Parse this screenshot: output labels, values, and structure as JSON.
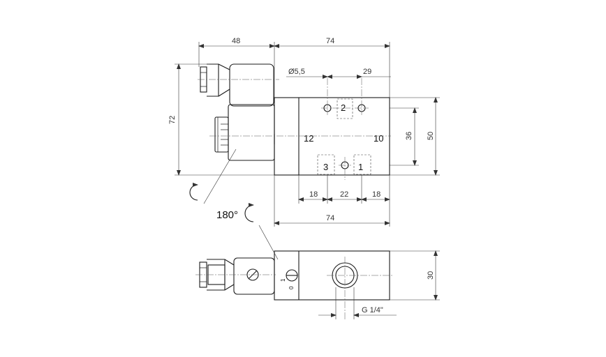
{
  "dimensions": {
    "top_left_width": "48",
    "top_body_width": "74",
    "bore_diameter": "Ø5,5",
    "bore_spacing": "29",
    "height_total": "72",
    "height_block": "50",
    "port_spacing_vertical": "36",
    "port_offset_left": "18",
    "port_offset_middle": "22",
    "port_offset_right": "18",
    "bottom_body_width": "74",
    "side_height": "30",
    "thread": "G 1/4\""
  },
  "ports": {
    "p2": "2",
    "p12": "12",
    "p10": "10",
    "p3": "3",
    "p1": "1"
  },
  "rotation_label": "180°",
  "override_marks": {
    "one": "1",
    "zero": "0"
  }
}
